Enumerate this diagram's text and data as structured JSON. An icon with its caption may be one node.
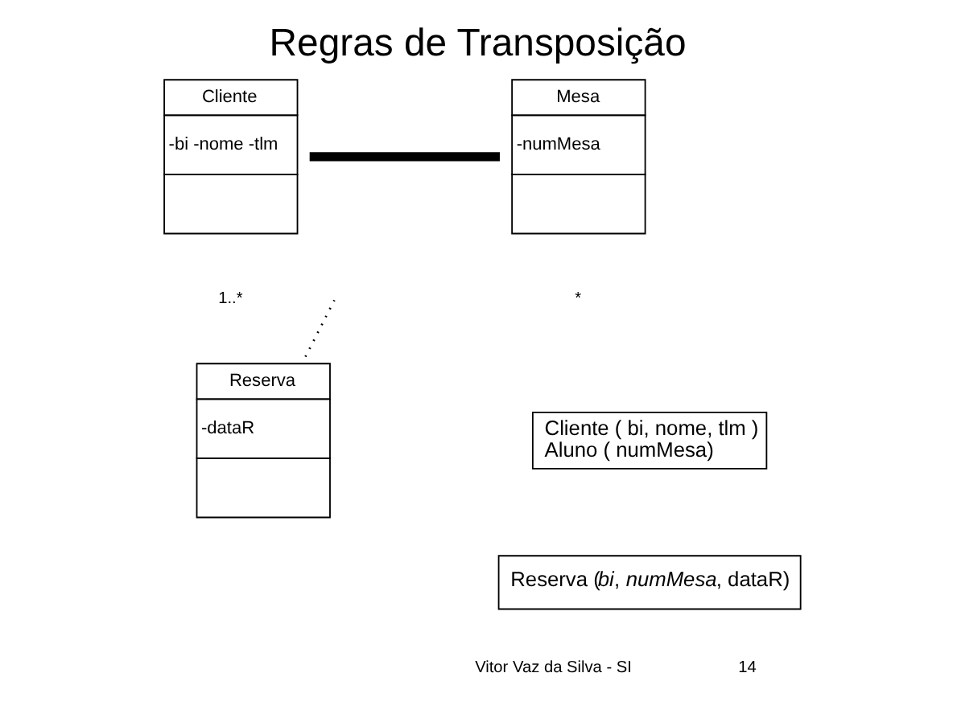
{
  "diagram": {
    "title": "Regras de Transposição",
    "nodes": [
      {
        "text": [
          "Cliente",
          "-bi -nome -tlm"
        ]
      },
      {
        "text": [
          "Mesa",
          "-numMesa"
        ]
      },
      {
        "text": [
          "Reserva",
          "-dataR"
        ]
      },
      {
        "text": [
          "Cliente ( bi, nome, tlm )",
          "Aluno ( numMesa)"
        ]
      },
      {
        "text": [
          "Reserva (*bi*, *numMesa*, dataR)"
        ]
      }
    ],
    "edges": [
      {
        "from": 0,
        "to": 1,
        "arrow": "none",
        "style": "thick"
      },
      {
        "from": 2,
        "to": null,
        "arrow": "none",
        "style": "dashed"
      }
    ],
    "labels": [
      "1..*",
      "*",
      "Vitor Vaz da Silva - SI",
      "14"
    ]
  }
}
